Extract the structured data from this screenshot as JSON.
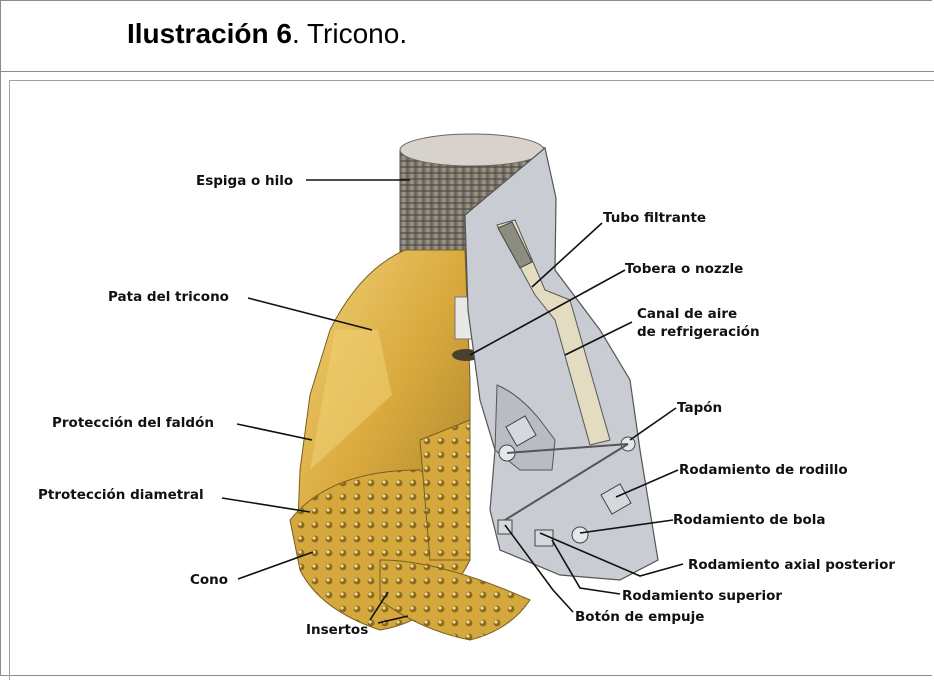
{
  "caption": {
    "prefix": "Ilustración 6",
    "suffix": ". Tricono."
  },
  "labels": {
    "espiga": "Espiga o hilo",
    "pata": "Pata del tricono",
    "proteccion_faldon": "Protección del faldón",
    "proteccion_diametral": "Ptrotección diametral",
    "cono": "Cono",
    "insertos": "Insertos",
    "tubo": "Tubo filtrante",
    "tobera": "Tobera o nozzle",
    "canal_1": "Canal de aire",
    "canal_2": "de refrigeración",
    "tapon": "Tapón",
    "rod_rodillo": "Rodamiento de rodillo",
    "rod_bola": "Rodamiento de bola",
    "rod_axial": "Rodamiento axial posterior",
    "rod_superior": "Rodamiento superior",
    "boton": "Botón de empuje"
  },
  "colors": {
    "body_gold": "#d9b04a",
    "steel_gray": "#c9ccd2",
    "thread_gray": "#8f8a80"
  }
}
